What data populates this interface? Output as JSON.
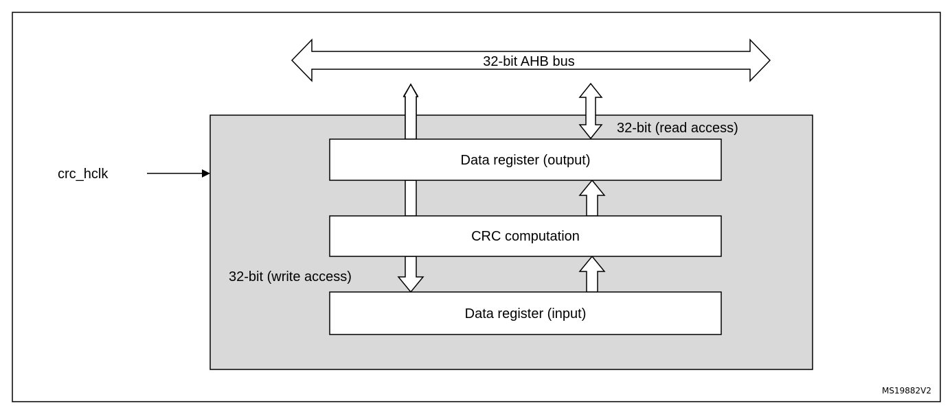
{
  "diagram": {
    "bus_label": "32-bit AHB bus",
    "read_access_label": "32-bit (read access)",
    "write_access_label": "32-bit (write access)",
    "clock_label": "crc_hclk",
    "blocks": {
      "data_output": "Data register (output)",
      "crc_computation": "CRC computation",
      "data_input": "Data register (input)"
    },
    "reference": "MS19882V2",
    "colors": {
      "background": "#ffffff",
      "peripheral_fill": "#d9d9d9",
      "stroke": "#000000"
    }
  }
}
